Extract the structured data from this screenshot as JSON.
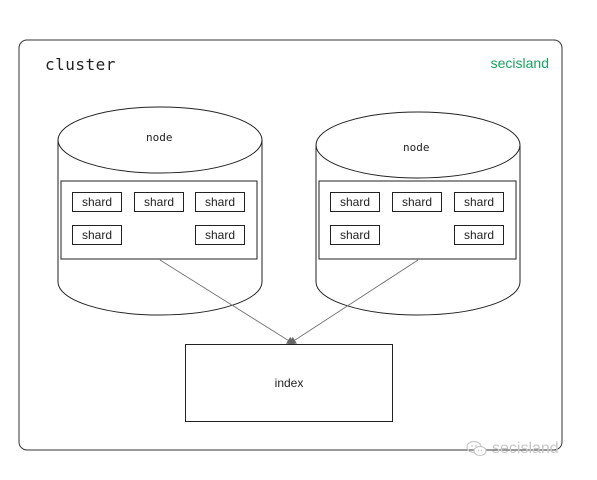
{
  "diagram": {
    "cluster": {
      "title": "cluster",
      "brand": "secisland",
      "brand_color": "#1aa260"
    },
    "nodes": [
      {
        "label": "node",
        "shards": [
          "shard",
          "shard",
          "shard",
          "shard",
          "shard"
        ]
      },
      {
        "label": "node",
        "shards": [
          "shard",
          "shard",
          "shard",
          "shard",
          "shard"
        ]
      }
    ],
    "index": {
      "label": "index"
    },
    "watermark": {
      "text": "secisland",
      "icon": "wechat-icon"
    }
  }
}
